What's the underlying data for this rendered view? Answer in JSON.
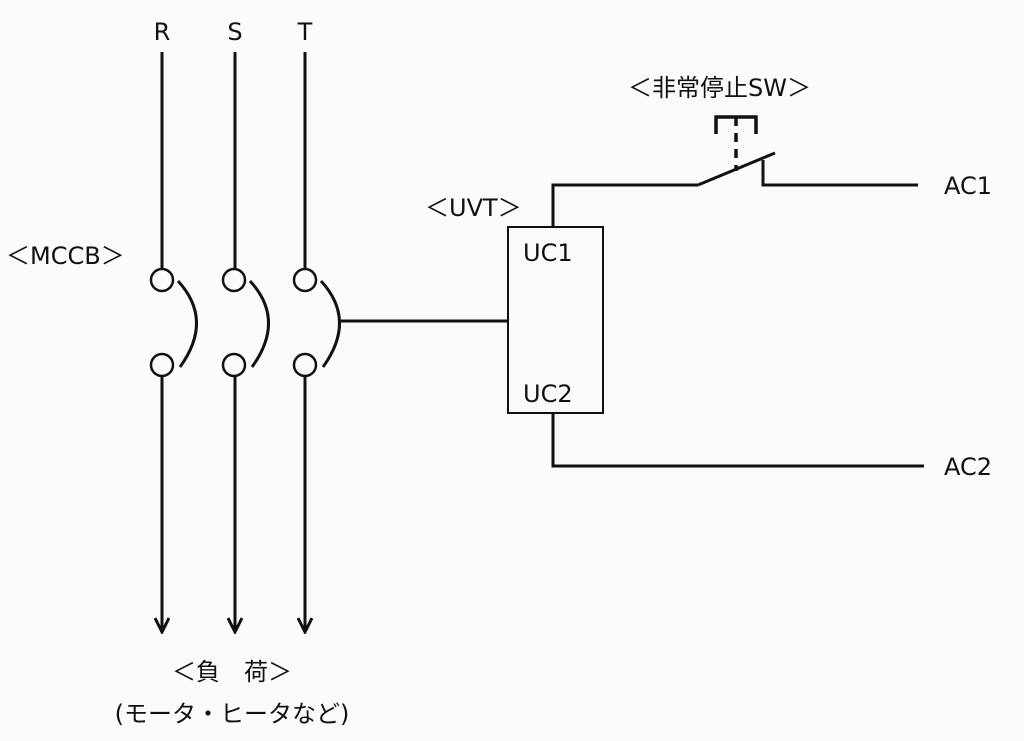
{
  "diagram": {
    "phases": [
      {
        "id": "R",
        "label": "R"
      },
      {
        "id": "S",
        "label": "S"
      },
      {
        "id": "T",
        "label": "T"
      }
    ],
    "mccb_label": "＜MCCB＞",
    "uvt_label": "＜UVT＞",
    "uvt_terminals": {
      "top": "UC1",
      "bottom": "UC2"
    },
    "emergency_switch_label": "＜非常停止SW＞",
    "ac_terminals": {
      "ac1": "AC1",
      "ac2": "AC2"
    },
    "load_label": "＜負　荷＞",
    "load_note": "(モータ・ヒータなど)",
    "line_color": "#111111",
    "background_color": "#fbfbfb"
  }
}
